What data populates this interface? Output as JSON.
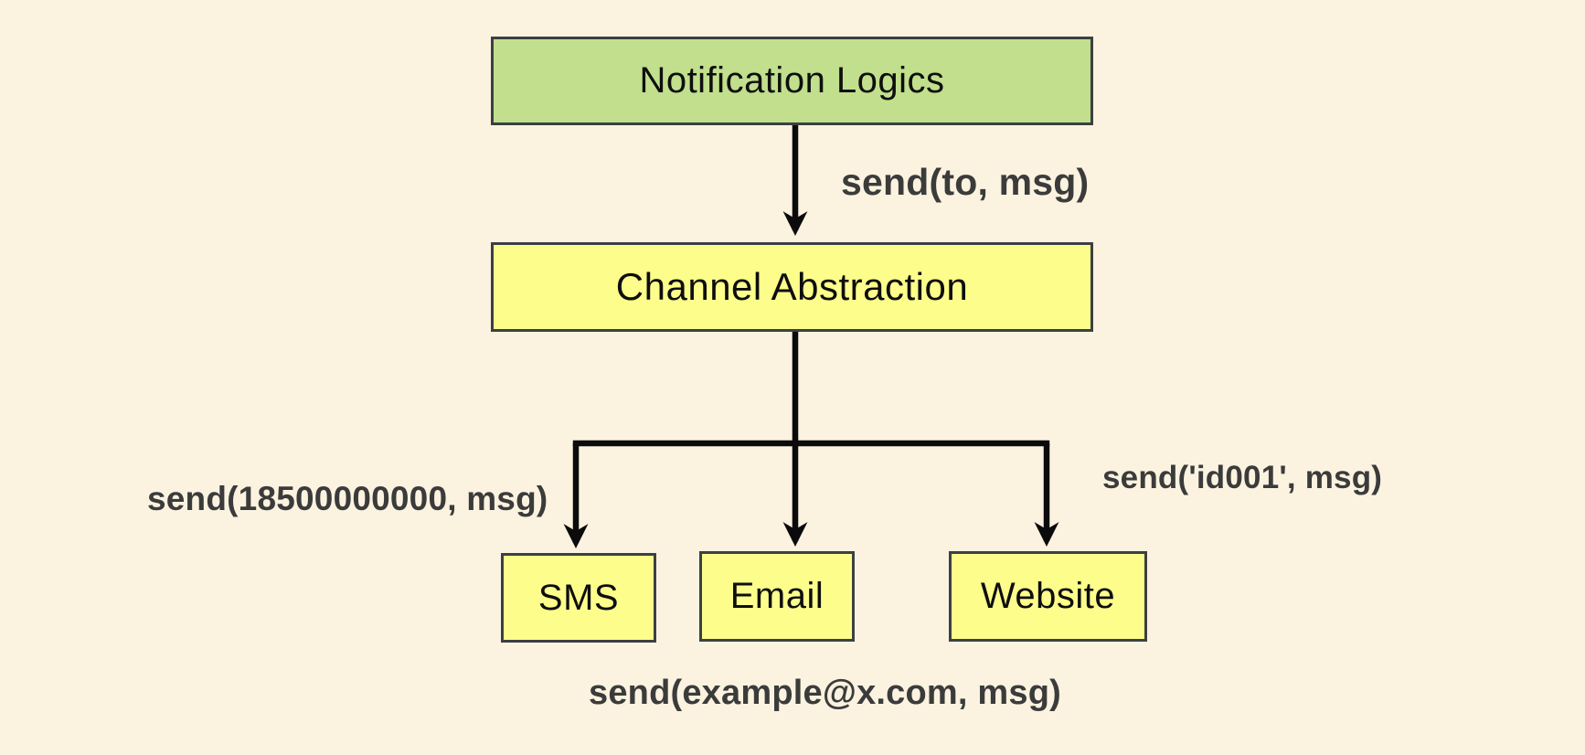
{
  "diagram": {
    "colors": {
      "background": "#FBF3E0",
      "node_green": "#C1DF8C",
      "node_yellow": "#FDFD8C",
      "border": "#3C4043",
      "line": "#0B0B0B",
      "edge_label_text": "#3B3B3B",
      "node_text": "#0E0E0E"
    },
    "nodes": {
      "notification_logics": {
        "label": "Notification Logics"
      },
      "channel_abstraction": {
        "label": "Channel Abstraction"
      },
      "sms": {
        "label": "SMS"
      },
      "email": {
        "label": "Email"
      },
      "website": {
        "label": "Website"
      }
    },
    "edge_labels": {
      "send_generic": "send(to, msg)",
      "send_sms": "send(18500000000, msg)",
      "send_website": "send('id001', msg)",
      "send_email": "send(example@x.com, msg)"
    }
  }
}
